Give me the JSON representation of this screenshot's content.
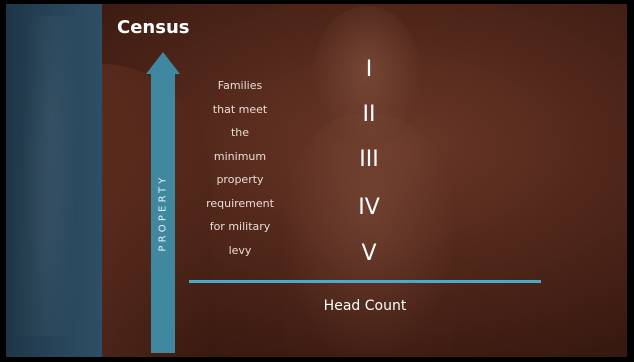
{
  "slide": {
    "title": "Census",
    "axis_label": "PROPERTY",
    "families_lines": [
      "Families",
      "that meet",
      "the",
      "minimum",
      "property",
      "requirement",
      "for military",
      "levy"
    ],
    "classes": [
      "I",
      "II",
      "III",
      "IV",
      "V"
    ],
    "bottom_label": "Head Count",
    "colors": {
      "arrow": "#3f88a0",
      "baseline": "#4fa9c4",
      "left_band": "#28465b",
      "background": "#4e2519"
    }
  }
}
